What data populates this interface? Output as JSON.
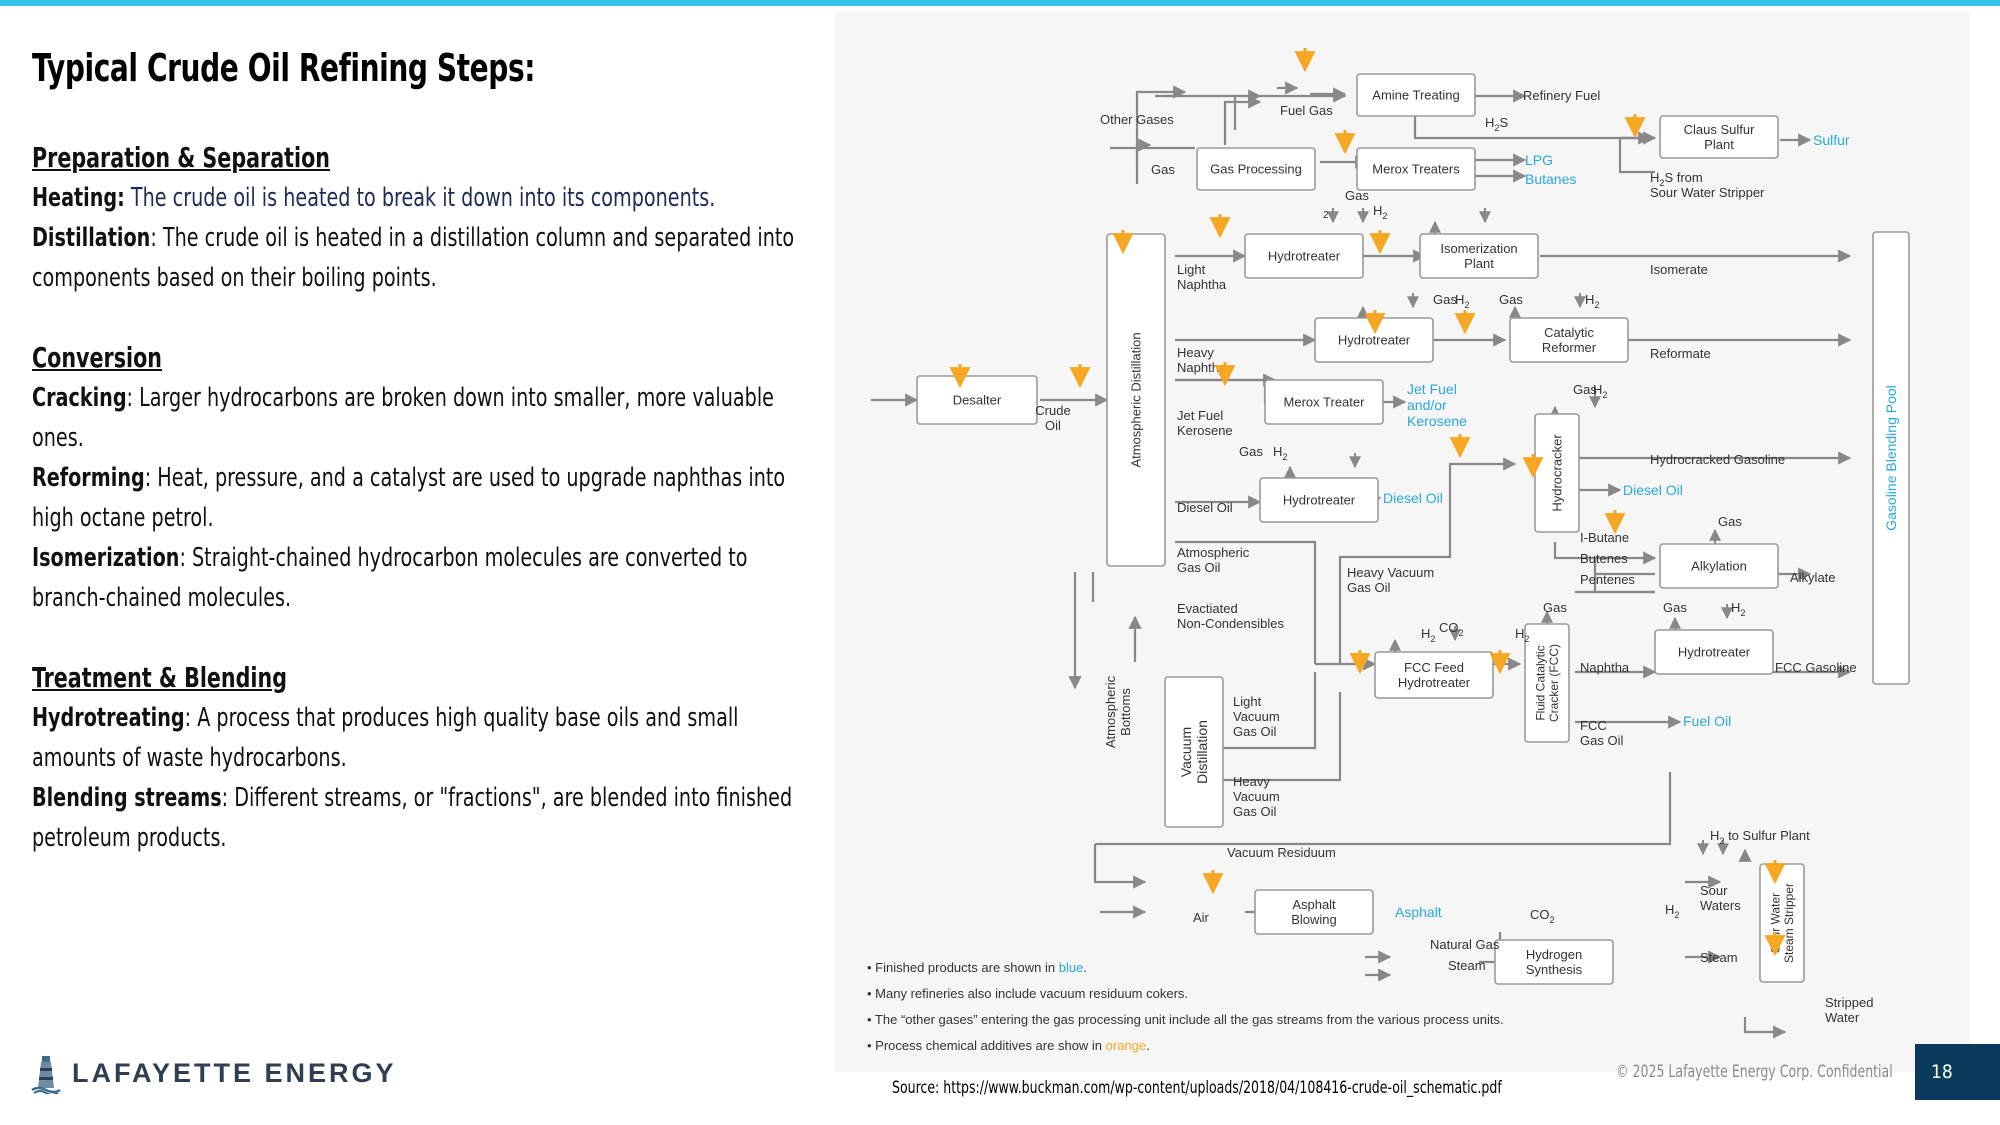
{
  "slide": {
    "title": "Typical Crude Oil Refining Steps:",
    "sections": [
      {
        "heading": "Preparation & Separation",
        "items": [
          {
            "term": "Heating:",
            "text": " The crude oil is heated to break it down into its components."
          },
          {
            "term": "Distillation",
            "text": ": The crude oil is heated in a distillation column and separated into components based on their boiling points."
          }
        ]
      },
      {
        "heading": "Conversion",
        "items": [
          {
            "term": "Cracking",
            "text": ": Larger hydrocarbons are broken down into smaller, more valuable ones."
          },
          {
            "term": "Reforming",
            "text": ": Heat, pressure, and a catalyst are used to upgrade naphthas into high octane petrol."
          },
          {
            "term": "Isomerization",
            "text": ": Straight-chained hydrocarbon molecules are converted to branch-chained molecules."
          }
        ]
      },
      {
        "heading": "Treatment & Blending",
        "items": [
          {
            "term": "Hydrotreating",
            "text": ": A process that produces high quality base oils and small amounts of waste hydrocarbons."
          },
          {
            "term": "Blending streams",
            "text": ": Different streams, or \"fractions\", are blended into finished petroleum products."
          }
        ]
      }
    ],
    "source": "Source: https://www.buckman.com/wp-content/uploads/2018/04/108416-crude-oil_schematic.pdf",
    "confidential": "© 2025 Lafayette Energy Corp. Confidential",
    "page_number": "18",
    "logo_text": "LAFAYETTE ENERGY",
    "logo_icon": "lighthouse-icon"
  },
  "diagram": {
    "colors": {
      "line": "#888888",
      "box_stroke": "#9a9a9a",
      "additive": "#f5a623",
      "product": "#29a8dc",
      "text": "#333333"
    },
    "units": {
      "desalter": "Desalter",
      "atm_dist": "Atmospheric Distillation",
      "vac_dist": [
        "Vacuum",
        "Distillation"
      ],
      "gas_processing": "Gas Processing",
      "amine_treating": "Amine Treating",
      "merox_treaters": "Merox Treaters",
      "claus": [
        "Claus Sulfur",
        "Plant"
      ],
      "hydrotreater_1": "Hydrotreater",
      "isomerization": [
        "Isomerization",
        "Plant"
      ],
      "hydrotreater_2": "Hydrotreater",
      "catalytic_reformer": [
        "Catalytic",
        "Reformer"
      ],
      "merox_treater": "Merox Treater",
      "hydrotreater_3": "Hydrotreater",
      "hydrocracker": "Hydrocracker",
      "alkylation": "Alkylation",
      "fcc_feed_ht": [
        "FCC Feed",
        "Hydrotreater"
      ],
      "fcc": [
        "Fluid Catalytic",
        "Cracker (FCC)"
      ],
      "hydrotreater_4": "Hydrotreater",
      "gasoline_pool": "Gasoline Blending Pool",
      "asphalt_blowing": [
        "Asphalt",
        "Blowing"
      ],
      "hydrogen_synthesis": [
        "Hydrogen",
        "Synthesis"
      ],
      "sour_water_stripper": [
        "Sour Water",
        "Steam Stripper"
      ]
    },
    "labels": {
      "crude_oil": [
        "Crude",
        "Oil"
      ],
      "other_gases": "Other Gases",
      "gas": "Gas",
      "fuel_gas": "Fuel Gas",
      "refinery_fuel": "Refinery Fuel",
      "h2s": "H2S",
      "h2s_from": [
        "H2S from",
        "Sour Water Stripper"
      ],
      "two": "2",
      "light_naphtha": [
        "Light",
        "Naphtha"
      ],
      "heavy_naphtha": [
        "Heavy",
        "Naphtha"
      ],
      "jet_fuel_kerosene": [
        "Jet Fuel",
        "Kerosene"
      ],
      "diesel_oil_in": "Diesel Oil",
      "atm_gas_oil": [
        "Atmospheric",
        "Gas Oil"
      ],
      "evacuated": [
        "Evactiated",
        "Non-Condensibles"
      ],
      "atm_bottoms": [
        "Atmospheric",
        "Bottoms"
      ],
      "light_vac_gas_oil": [
        "Light",
        "Vacuum",
        "Gas Oil"
      ],
      "heavy_vac_gas_oil": [
        "Heavy",
        "Vacuum",
        "Gas Oil"
      ],
      "heavy_vacuum_gas_oil": [
        "Heavy Vacuum",
        "Gas Oil"
      ],
      "vacuum_residuum": "Vacuum Residuum",
      "air": "Air",
      "isomerate": "Isomerate",
      "reformate": "Reformate",
      "hydrocracked_gasoline": "Hydrocracked Gasoline",
      "i_butane": "I-Butane",
      "butenes": "Butenes",
      "pentenes": "Pentenes",
      "alkylate": "Alkylate",
      "naphtha": "Naphtha",
      "fcc_gasoline": "FCC Gasoline",
      "fcc_gas_oil": [
        "FCC",
        "Gas Oil"
      ],
      "co2": "CO2",
      "h2": "H2",
      "h2_to_sulfur": "H2 to Sulfur Plant",
      "sour_waters": [
        "Sour",
        "Waters"
      ],
      "steam": "Steam",
      "natural_gas": "Natural Gas",
      "stripped_water": [
        "Stripped",
        "Water"
      ]
    },
    "products": {
      "lpg": "LPG",
      "butanes": "Butanes",
      "sulfur": "Sulfur",
      "jet_fuel": [
        "Jet Fuel",
        "and/or",
        "Kerosene"
      ],
      "diesel_oil": "Diesel Oil",
      "diesel_oil_2": "Diesel Oil",
      "fuel_oil": "Fuel Oil",
      "asphalt": "Asphalt"
    },
    "notes": [
      {
        "text": "• Finished products are shown in ",
        "colored": "blue",
        "suffix": "."
      },
      {
        "text": "• Many refineries also include vacuum residuum cokers.",
        "colored": "",
        "suffix": ""
      },
      {
        "text": "• The “other gases” entering the gas processing unit include all the gas streams from the various process units.",
        "colored": "",
        "suffix": ""
      },
      {
        "text": "• Process chemical additives are show in ",
        "colored": "orange",
        "suffix": "."
      }
    ]
  }
}
